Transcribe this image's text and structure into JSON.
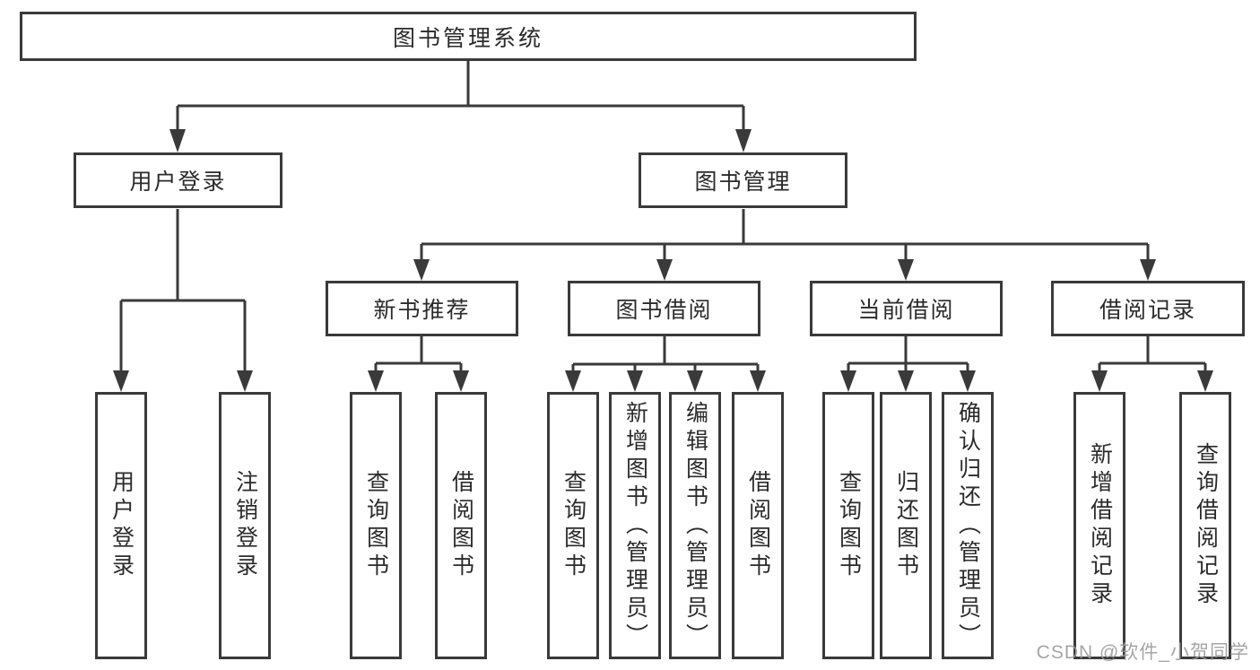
{
  "diagram_type": "tree",
  "tree": {
    "label": "图书管理系统",
    "children": [
      {
        "label": "用户登录",
        "children": [
          {
            "label": "用户登录"
          },
          {
            "label": "注销登录"
          }
        ]
      },
      {
        "label": "图书管理",
        "children": [
          {
            "label": "新书推荐",
            "children": [
              {
                "label": "查询图书"
              },
              {
                "label": "借阅图书"
              }
            ]
          },
          {
            "label": "图书借阅",
            "children": [
              {
                "label": "查询图书"
              },
              {
                "label": "新增图书（管理员）"
              },
              {
                "label": "编辑图书（管理员）"
              },
              {
                "label": "借阅图书"
              }
            ]
          },
          {
            "label": "当前借阅",
            "children": [
              {
                "label": "查询图书"
              },
              {
                "label": "归还图书"
              },
              {
                "label": "确认归还（管理员）"
              }
            ]
          },
          {
            "label": "借阅记录",
            "children": [
              {
                "label": "新增借阅记录"
              },
              {
                "label": "查询借阅记录"
              }
            ]
          }
        ]
      }
    ]
  },
  "watermark": "CSDN @软件_小贺同学",
  "colors": {
    "line": "#3a3a3a",
    "box_border": "#3a3a3a",
    "text": "#2b2b2b",
    "watermark": "#9b9b9b",
    "background": "#ffffff"
  }
}
